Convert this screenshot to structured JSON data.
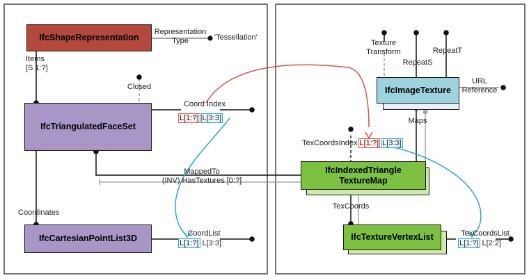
{
  "diagram": {
    "title": "IfcTriangulatedFaceSet texture mapping instance diagram",
    "palette": {
      "red_entity": "#b3483c",
      "purple_entity": "#a796c6",
      "green_entity": "#7cc142",
      "green_plate": "#cde9ab",
      "blue_entity": "#9ed3dd",
      "blue_plate": "#e7f3f8",
      "red_link": "#d9543f",
      "blue_link": "#2aa3e0",
      "line": "#1a1a1a",
      "inverse_line": "#8c8c8c",
      "frame": "#555555"
    },
    "frames": [
      {
        "name": "left-frame"
      },
      {
        "name": "right-frame"
      }
    ]
  },
  "entities": {
    "shape_representation": "IfcShapeRepresentation",
    "triangulated_face_set": "IfcTriangulatedFaceSet",
    "cartesian_point_list_3d": "IfcCartesianPointList3D",
    "image_texture": "IfcImageTexture",
    "indexed_triangle_texture_map_line1": "IfcIndexedTriangle",
    "indexed_triangle_texture_map_line2": "TextureMap",
    "texture_vertex_list": "IfcTextureVertexList"
  },
  "attributes": {
    "representation_type_line1": "Representation",
    "representation_type_line2": "Type",
    "representation_type_value": "'Tessellation'",
    "items_line1": "Items",
    "items_line2": "[S 1:?]",
    "closed": "Closed",
    "coord_index": "Coord Index",
    "coordinates": "Coordinates",
    "coord_list": "CoordList",
    "mapped_to": "MappedTo",
    "has_textures": "(INV) HasTextures [0:?]",
    "texture_transform_line1": "Texture",
    "texture_transform_line2": "Transform",
    "repeat_s": "RepeatS",
    "repeat_t": "RepeatT",
    "url_line1": "URL",
    "url_line2": "Reference",
    "maps": "Maps",
    "tex_coords_index": "TexCoordsIndex",
    "tex_coords": "TexCoords",
    "tex_coords_list": "TexCoordsList"
  },
  "aggregates": {
    "coord_index": {
      "outer": "L[1:?]",
      "inner": "L[3:3]",
      "outer_style": "red",
      "inner_style": "blue"
    },
    "coord_list": {
      "outer": "L[1:?]",
      "inner": "L[3:3]",
      "outer_style": "blue",
      "inner_style": "none"
    },
    "tex_coords_index": {
      "prefix": "TexCoordsIndex",
      "outer": "L[1:?]",
      "inner": "L[3:3]",
      "outer_style": "red",
      "inner_style": "blue"
    },
    "tex_coords_list": {
      "outer": "L[1:?]",
      "inner": "L[2:2]",
      "outer_style": "blue",
      "inner_style": "none"
    }
  }
}
